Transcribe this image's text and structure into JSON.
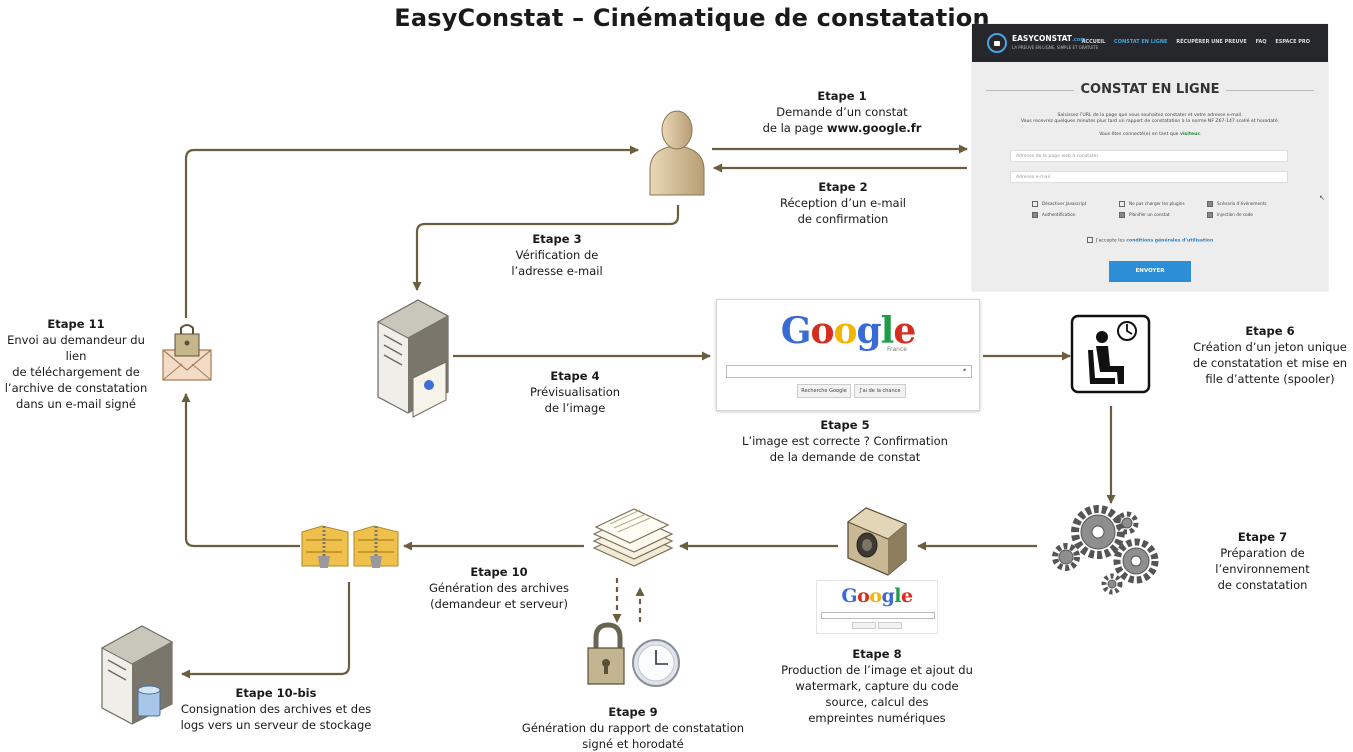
{
  "title": "EasyConstat – Cinématique de constatation",
  "colors": {
    "arrow": "#6b5e3f",
    "accent": "#2b8ed6",
    "server": "#7f7b70"
  },
  "icons": [
    "user-icon",
    "server-icon",
    "waiting-person-icon",
    "gears-icon",
    "camera-icon",
    "documents-stack-icon",
    "padlock-icon",
    "clock-icon",
    "zip-archive-icon",
    "signed-email-icon",
    "storage-server-icon"
  ],
  "steps": [
    {
      "title": "Etape 1",
      "desc": "Demande d’un constat\nde la page ",
      "strong": "www.google.fr"
    },
    {
      "title": "Etape 2",
      "desc": "Réception d’un e-mail\nde confirmation"
    },
    {
      "title": "Etape 3",
      "desc": "Vérification de\nl’adresse e-mail"
    },
    {
      "title": "Etape 4",
      "desc": "Prévisualisation\nde l’image"
    },
    {
      "title": "Etape 5",
      "desc": "L’image est correcte ? Confirmation\nde la demande de constat"
    },
    {
      "title": "Etape 6",
      "desc": "Création d’un jeton unique\nde constatation et mise en\nfile d’attente (spooler)"
    },
    {
      "title": "Etape 7",
      "desc": "Préparation de l’environnement\nde constatation"
    },
    {
      "title": "Etape 8",
      "desc": "Production de l’image et ajout du\nwatermark, capture du code\nsource, calcul des\nempreintes numériques"
    },
    {
      "title": "Etape 9",
      "desc": "Génération du rapport de constatation\nsigné et horodaté"
    },
    {
      "title": "Etape 10",
      "desc": "Génération des archives\n(demandeur et serveur)"
    },
    {
      "title": "Etape 10-bis",
      "desc": "Consignation des archives et des\nlogs vers un serveur de stockage"
    },
    {
      "title": "Etape 11",
      "desc": "Envoi au demandeur du lien\nde téléchargement de\nl’archive de constatation\ndans un e-mail signé"
    }
  ],
  "site": {
    "brand": "EASYCONSTAT",
    "brand_suffix": ".com",
    "tagline": "LA PREUVE EN LIGNE, SIMPLE ET GRATUITE",
    "menu": [
      "ACCUEIL",
      "CONSTAT EN LIGNE",
      "RÉCUPÉRER UNE PREUVE",
      "FAQ",
      "ESPACE PRO"
    ],
    "heading": "CONSTAT EN LIGNE",
    "intro": "Saisissez l’URL de la page que vous souhaitez constater et votre adresse e-mail.\nVous recevrez quelques minutes plus tard un rapport de constatation à la norme NF Z67-147 scellé et horodaté.",
    "connected_prefix": "Vous êtes connecté(e) en tant que ",
    "connected_user": "visiteur.",
    "url_placeholder": "Adresse de la page web à constater",
    "email_placeholder": "Adresse e-mail",
    "options": [
      "Désactiver Javascript",
      "Ne pas charger les plugins",
      "Scénario d’événements",
      "Authentification",
      "Planifier un constat",
      "Injection de code"
    ],
    "accept_prefix": "J’accepte les ",
    "accept_link": "conditions générales d’utilisation",
    "submit": "ENVOYER"
  },
  "google": {
    "logo": [
      "G",
      "o",
      "o",
      "g",
      "l",
      "e"
    ],
    "sub": "France",
    "btn_search": "Recherche Google",
    "btn_lucky": "J’ai de la chance"
  }
}
